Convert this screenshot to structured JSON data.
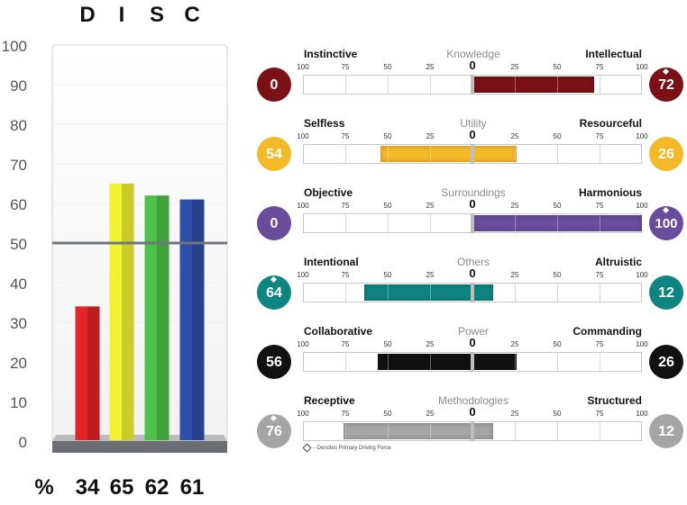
{
  "chart_data": [
    {
      "type": "bar",
      "categories": [
        "D",
        "I",
        "S",
        "C"
      ],
      "values": [
        34,
        65,
        62,
        61
      ],
      "colors": [
        "#e22527",
        "#f2f232",
        "#4cc048",
        "#2e4fa8"
      ],
      "yticks": [
        0,
        10,
        20,
        30,
        40,
        50,
        60,
        70,
        80,
        90,
        100
      ],
      "ylim": [
        0,
        100
      ],
      "reference_line": 50,
      "percent_label": "%",
      "value_labels": [
        "34",
        "65",
        "62",
        "61"
      ]
    },
    {
      "type": "bar",
      "subtype": "bipolar-scales",
      "tick_labels": [
        "100",
        "75",
        "50",
        "25",
        "0",
        "25",
        "50",
        "75",
        "100"
      ],
      "footnote": "- Denotes Primary Driving Force",
      "scales": [
        {
          "title": "Knowledge",
          "left_label": "Instinctive",
          "right_label": "Intellectual",
          "left_value": 0,
          "right_value": 72,
          "left_text": "0",
          "right_text": "72",
          "color": "#7b1116",
          "primary": "right"
        },
        {
          "title": "Utility",
          "left_label": "Selfless",
          "right_label": "Resourceful",
          "left_value": 54,
          "right_value": 26,
          "left_text": "54",
          "right_text": "26",
          "color": "#f4b929",
          "primary": ""
        },
        {
          "title": "Surroundings",
          "left_label": "Objective",
          "right_label": "Harmonious",
          "left_value": 0,
          "right_value": 100,
          "left_text": "0",
          "right_text": "100",
          "color": "#6a4c9c",
          "primary": "right"
        },
        {
          "title": "Others",
          "left_label": "Intentional",
          "right_label": "Altruistic",
          "left_value": 64,
          "right_value": 12,
          "left_text": "64",
          "right_text": "12",
          "color": "#0e8580",
          "primary": "left"
        },
        {
          "title": "Power",
          "left_label": "Collaborative",
          "right_label": "Commanding",
          "left_value": 56,
          "right_value": 26,
          "left_text": "56",
          "right_text": "26",
          "color": "#111111",
          "primary": ""
        },
        {
          "title": "Methodologies",
          "left_label": "Receptive",
          "right_label": "Structured",
          "left_value": 76,
          "right_value": 12,
          "left_text": "76",
          "right_text": "12",
          "color": "#a5a5a5",
          "primary": "left"
        }
      ]
    }
  ]
}
